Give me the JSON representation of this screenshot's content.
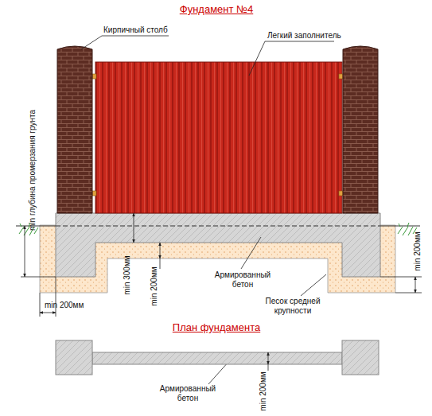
{
  "diagram": {
    "title": "Фундамент №4",
    "labels": [
      "Кирпичный столб",
      "Легкий заполнитель",
      "min глубина промерзания грунта",
      "min 300мм",
      "min 200мм",
      "Армированный бетон",
      "Песок средней крупности",
      "min 200мм",
      "min 200мм",
      "План фундамента",
      "Армированный бетон",
      "min 200мм"
    ]
  }
}
